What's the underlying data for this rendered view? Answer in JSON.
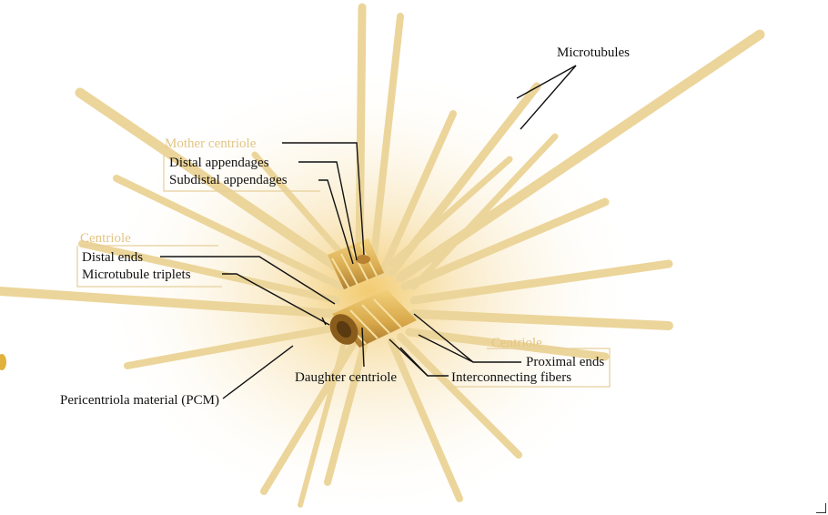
{
  "labels": {
    "microtubules": "Microtubules",
    "mother_centriole": "Mother centriole",
    "distal_appendages": "Distal appendages",
    "subdistal_appendages": "Subdistal appendages",
    "centriole_left": "Centriole",
    "distal_ends": "Distal ends",
    "microtubule_triplets": "Microtubule triplets",
    "centriole_right": "Centriole",
    "proximal_ends": "Proximal ends",
    "interconnecting_fibers": "Interconnecting fibers",
    "daughter_centriole": "Daughter centriole",
    "pcm": "Pericentriola material (PCM)"
  },
  "colors": {
    "microtubule": "#ecd59a",
    "glow_center": "#f3d68a",
    "centriole_body": "#d7a84a",
    "muted_label": "#e2c585",
    "leader": "#111111"
  }
}
